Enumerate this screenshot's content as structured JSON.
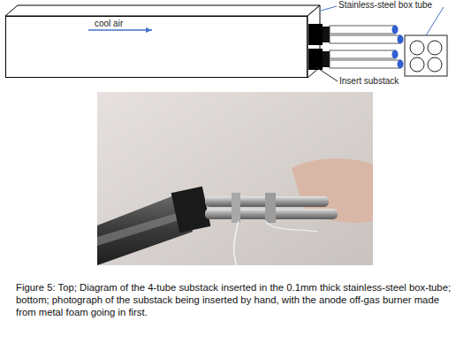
{
  "diagram": {
    "caption": "Figure 5: Top; Diagram of the 4-tube substack inserted in the 0.1mm thick stainless-steel box-tube; bottom; photograph of the substack being inserted by hand, with the anode off-gas burner made from metal foam going in first.",
    "nodes": [
      {
        "text": [
          "cool air"
        ]
      }
    ],
    "labels": [
      "Stainless-steel box tube",
      "Insert substack"
    ]
  }
}
